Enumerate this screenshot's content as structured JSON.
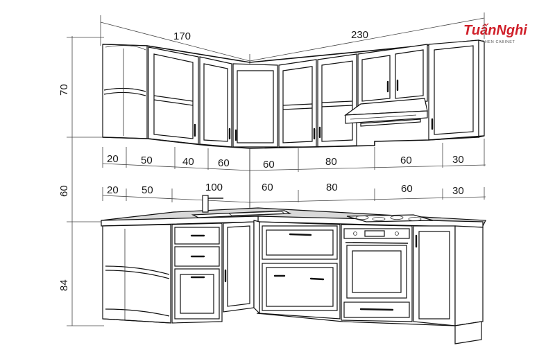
{
  "logo": {
    "brand": "TuấnNghi",
    "tagline": "KITCHEN CABINET",
    "colors": {
      "brand": "#d0202a"
    }
  },
  "dimensions": {
    "upper_left_width": "170",
    "upper_right_width": "230",
    "upper_height": "70",
    "gap_height": "60",
    "lower_height": "84",
    "upper_segments": [
      "20",
      "50",
      "40",
      "60",
      "60",
      "80",
      "60",
      "30"
    ],
    "lower_segments": [
      "20",
      "50",
      "100",
      "60",
      "80",
      "60",
      "30"
    ]
  }
}
